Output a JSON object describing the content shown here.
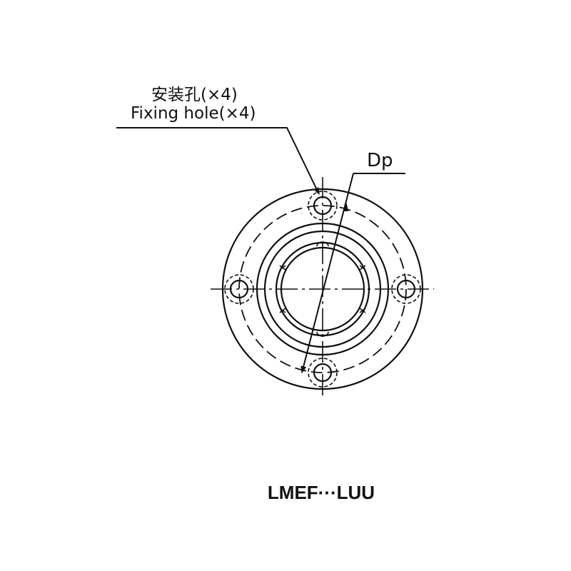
{
  "labels": {
    "fixing_hole_cn": "安装孔(×4)",
    "fixing_hole_en": "Fixing hole(×4)",
    "dp": "Dp",
    "model": "LMEF···LUU"
  },
  "colors": {
    "line": "#111111",
    "background": "#ffffff"
  }
}
